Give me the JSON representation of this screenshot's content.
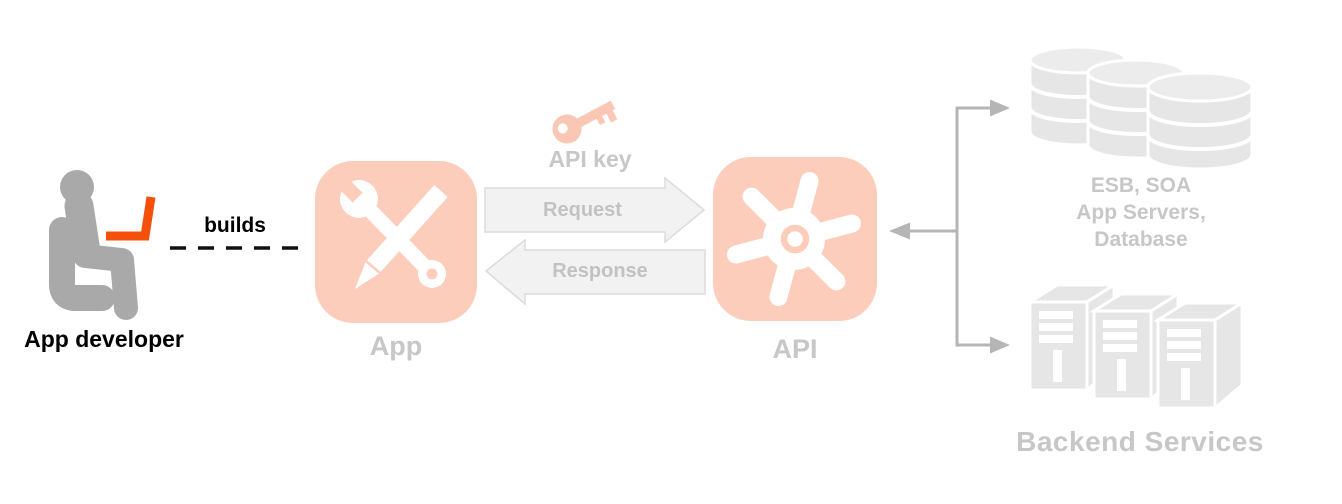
{
  "colors": {
    "accent_orange": "#f4500c",
    "icon_salmon": "#fccdba",
    "key_salmon": "#f9c7b4",
    "muted_gray": "#c7c7c7",
    "figure_gray": "#a9a9a9",
    "arrow_fill": "#f2f2f2",
    "arrow_border": "#dcdcdc",
    "arrow_text": "#c2c2c2",
    "connector_gray": "#b5b5b5",
    "backend_gray": "#e6e6e6",
    "text_black": "#000000"
  },
  "nodes": {
    "developer": {
      "label": "App developer"
    },
    "app": {
      "label": "App"
    },
    "api": {
      "label": "API"
    },
    "api_key": {
      "label": "API key"
    },
    "esb": {
      "line1": "ESB, SOA",
      "line2": "App Servers,",
      "line3": "Database"
    },
    "backend": {
      "label": "Backend Services"
    }
  },
  "edges": {
    "builds": {
      "label": "builds"
    },
    "request": {
      "label": "Request"
    },
    "response": {
      "label": "Response"
    }
  }
}
